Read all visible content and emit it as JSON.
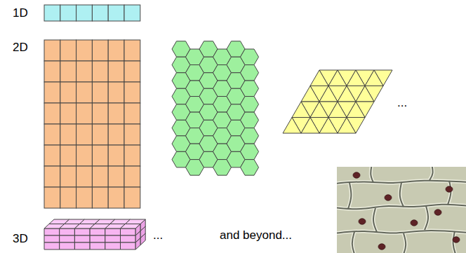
{
  "diagram": {
    "labels": [
      "1D",
      "2D",
      "...",
      "3D",
      "...",
      "and beyond..."
    ]
  }
}
